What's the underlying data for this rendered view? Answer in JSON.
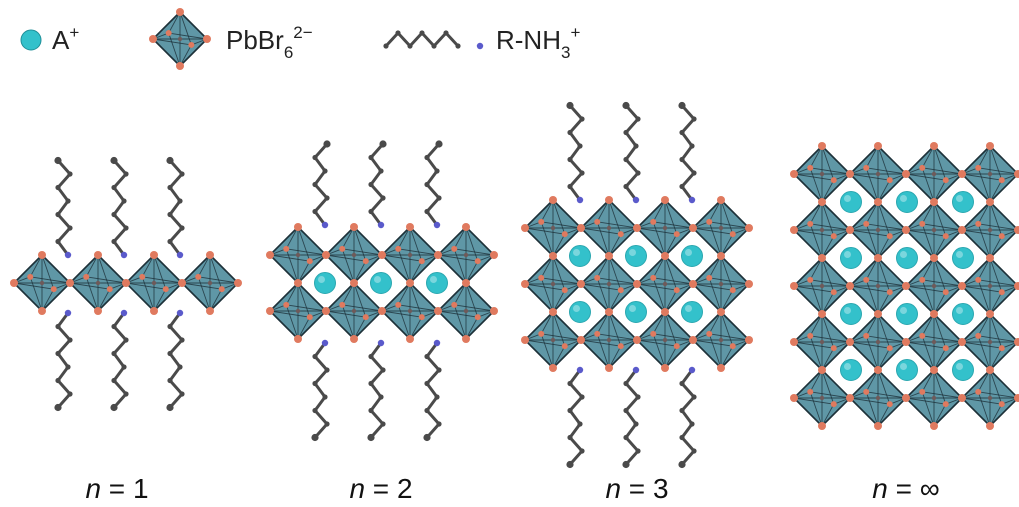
{
  "legend": {
    "cation": {
      "label": "A",
      "sup": "+"
    },
    "octahedron": {
      "label": "PbBr",
      "sub": "6",
      "sup": "2−"
    },
    "ammonium": {
      "label": "R-NH",
      "sub": "3",
      "sup": "+"
    }
  },
  "panels": [
    {
      "n_symbol": "n",
      "equals": " = ",
      "value": "1"
    },
    {
      "n_symbol": "n",
      "equals": " = ",
      "value": "2"
    },
    {
      "n_symbol": "n",
      "equals": " = ",
      "value": "3"
    },
    {
      "n_symbol": "n",
      "equals": " = ",
      "value": "∞"
    }
  ],
  "colors": {
    "octahedron_fill": "#5f97a6",
    "octahedron_edge": "#1d3139",
    "bromide": "#e07a5f",
    "cation": "#33c1cb",
    "chain": "#4a4a4a",
    "nitrogen": "#5a5acb"
  }
}
